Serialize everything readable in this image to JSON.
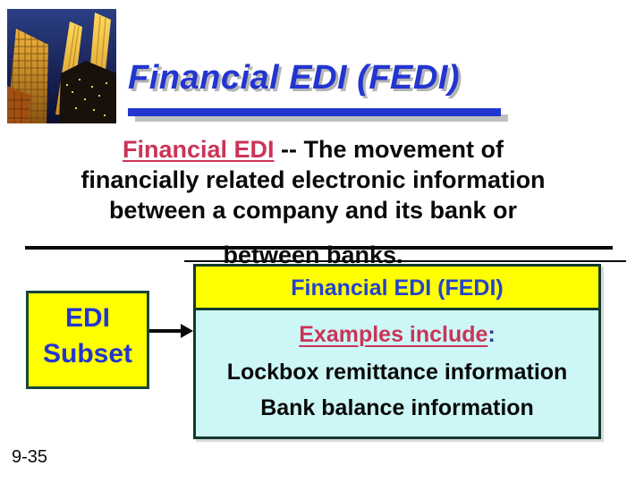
{
  "slide": {
    "title": "Financial EDI (FEDI)",
    "page_number": "9-35"
  },
  "definition": {
    "term": "Financial EDI",
    "line1_rest": " -- The movement of",
    "line2": "financially related electronic information",
    "line3": "between a company and its bank or",
    "line4": "between banks."
  },
  "diagram": {
    "subset_box": {
      "line1": "EDI",
      "line2": "Subset"
    },
    "arrow": "right-arrow",
    "fedi_box": {
      "header": "Financial EDI (FEDI)",
      "examples_label": "Examples include",
      "examples_colon": ":",
      "items": [
        "Lockbox remittance information",
        "Bank balance information"
      ]
    }
  },
  "colors": {
    "title_blue": "#2236cf",
    "term_red": "#cb3457",
    "box_yellow": "#ffff00",
    "box_body_cyan": "#cdf7f7",
    "box_border_green": "#123a2b",
    "shadow_gray": "#c0c0c0",
    "text_black": "#0a0a0a"
  }
}
